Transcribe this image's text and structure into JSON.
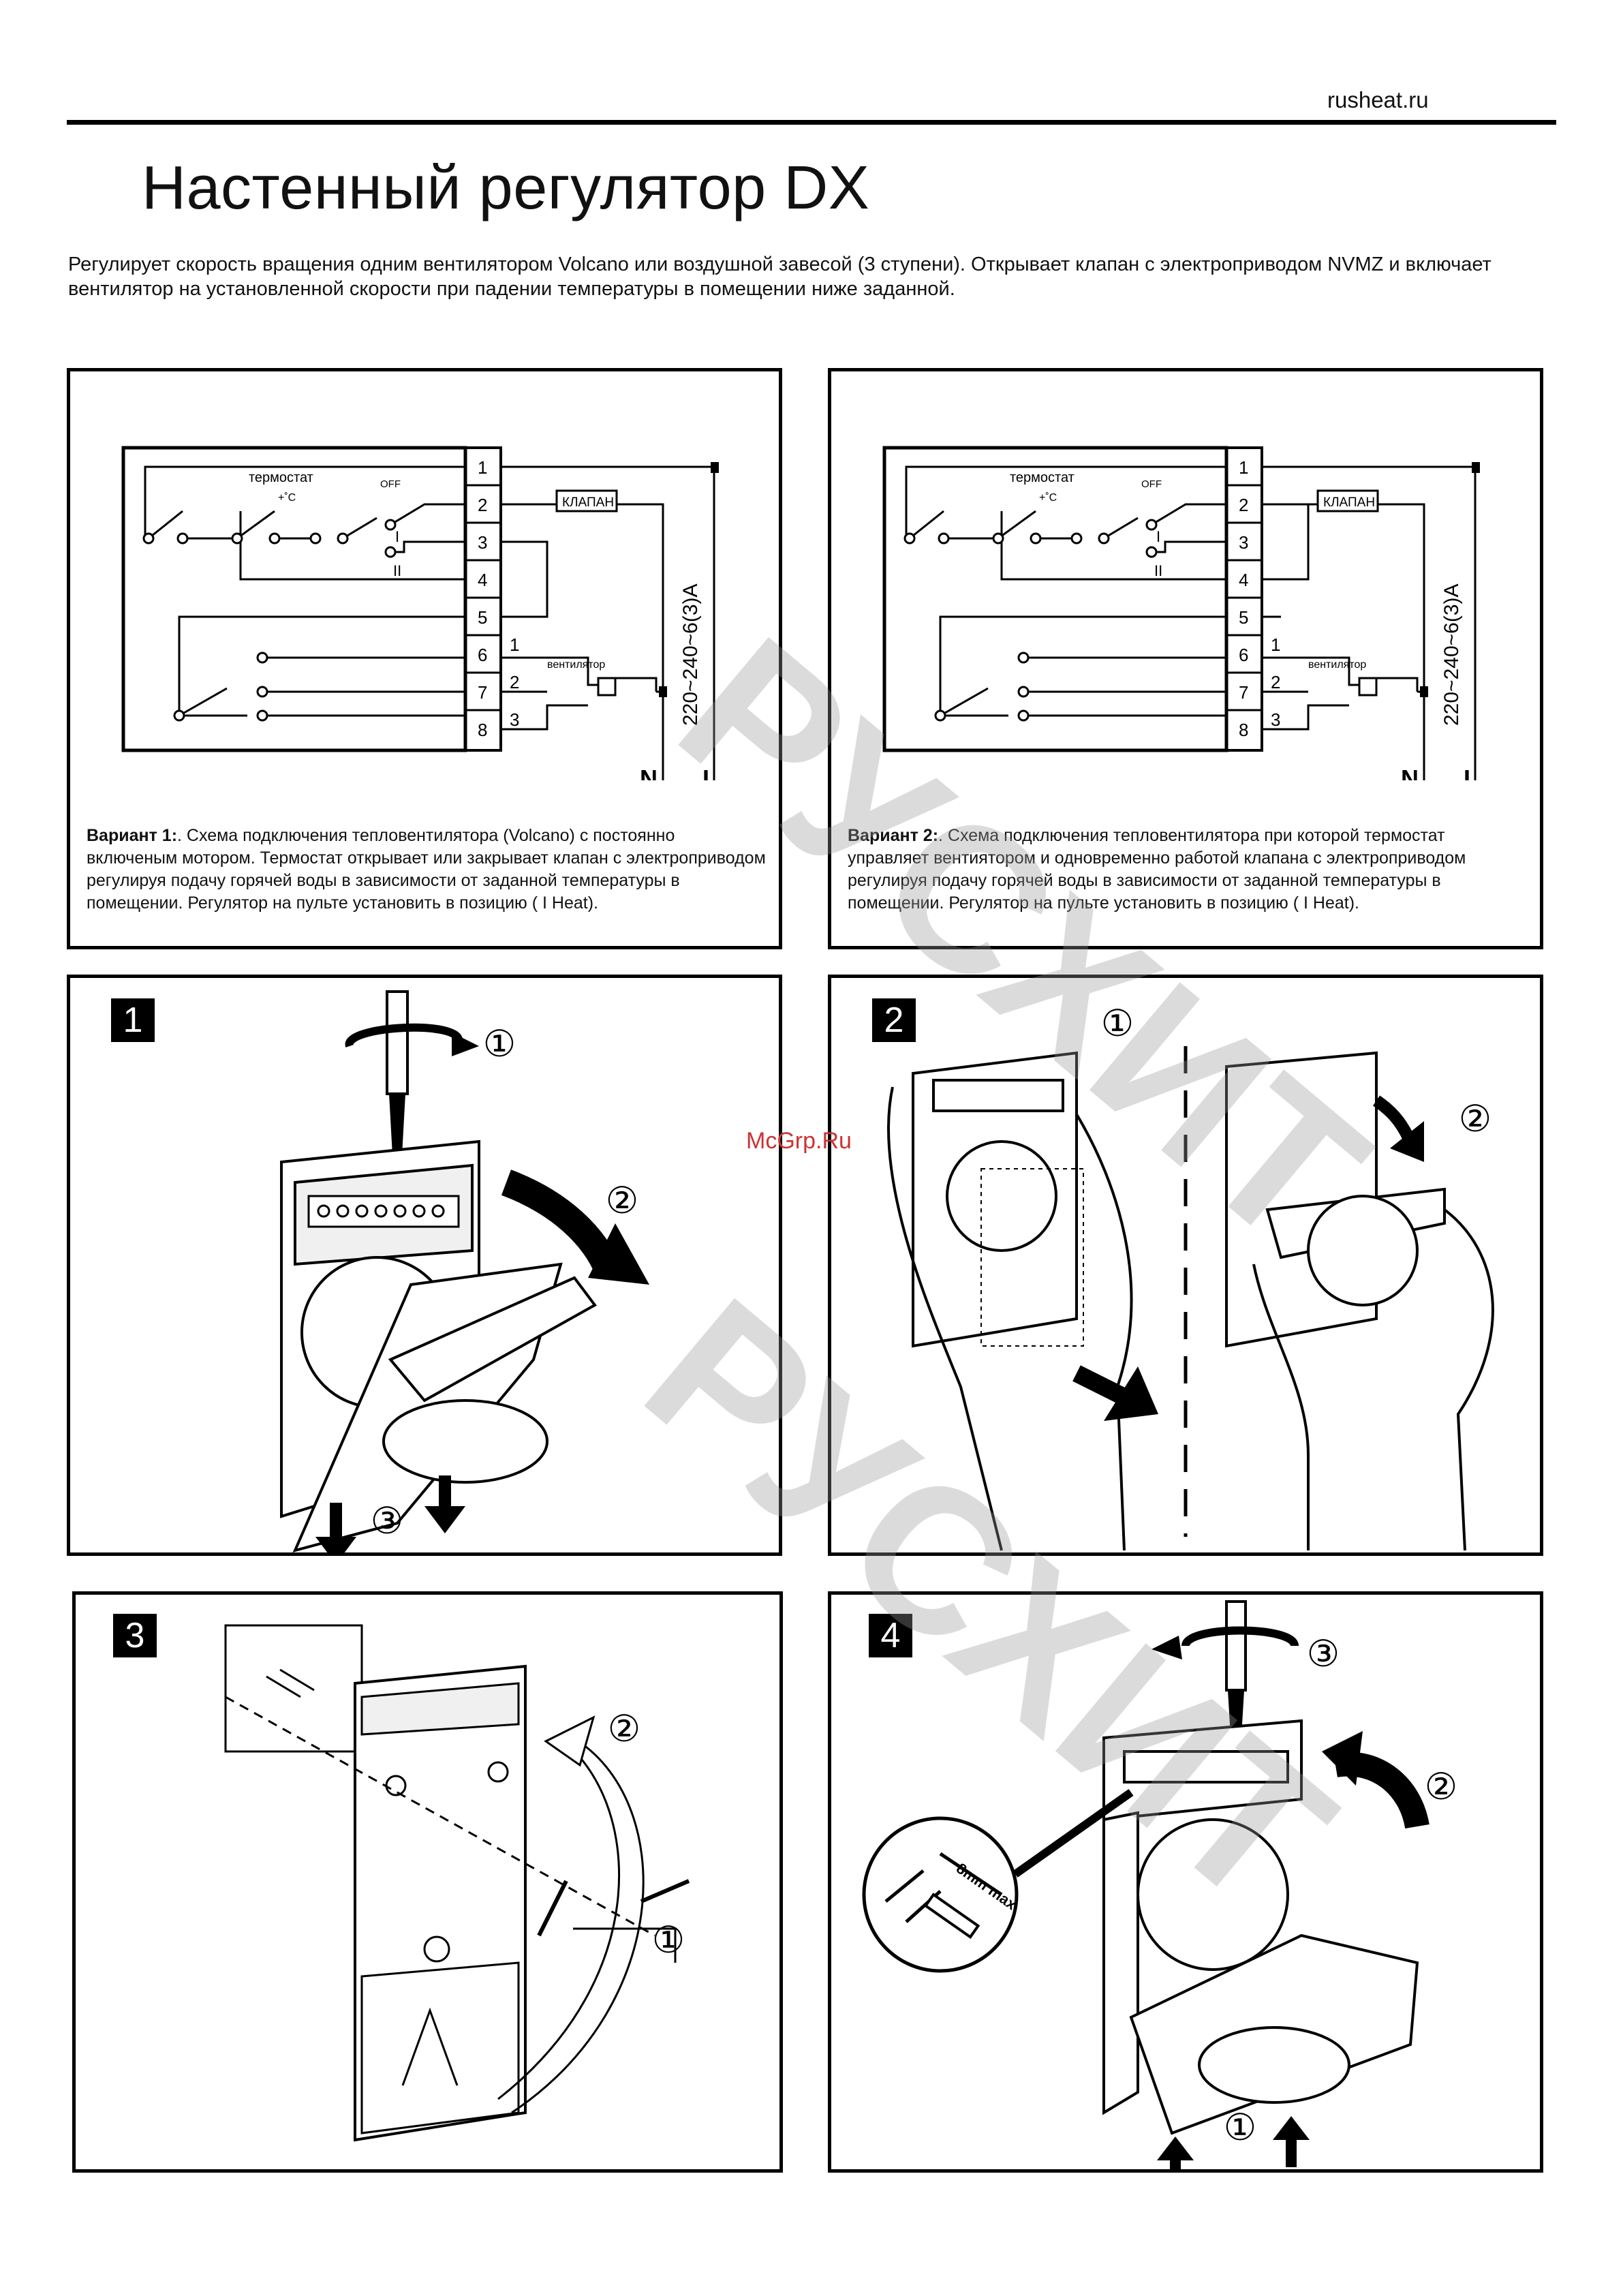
{
  "header": {
    "site": "rusheat.ru"
  },
  "title": "Настенный регулятор DX",
  "intro": "Регулирует скорость вращения одним вентилятором Volcano или воздушной завесой (3 ступени). Открывает клапан с электроприводом NVMZ и включает вентилятор на установленной скорости при падении температуры в помещении ниже заданной.",
  "diagram": {
    "terminals": [
      "1",
      "2",
      "3",
      "4",
      "5",
      "6",
      "7",
      "8"
    ],
    "thermostat_label": "термостат",
    "plus_c": "+˚C",
    "off_label": "OFF",
    "speed_I": "I",
    "speed_II": "II",
    "valve_label": "КЛАПАН",
    "fan_label": "вентилятор",
    "fan_speeds": [
      "1",
      "2",
      "3"
    ],
    "voltage": "220~240~6(3)A",
    "neutral": "N",
    "line": "L"
  },
  "variant1": {
    "label": "Вариант 1:",
    "text": ". Схема подключения тепловентилятора (Volcano) с постоянно включеным мотором. Термостат открывает или закрывает клапан с электроприводом регулируя подачу горячей воды в зависимости от заданной температуры в помещении. Регулятор на пульте установить в позицию ( I Heat)."
  },
  "variant2": {
    "label": "Вариант 2:",
    "text": ". Схема подключения тепловентилятора при которой термостат управляет вентиятором и одновременно работой клапана с электроприводом регулируя подачу горячей воды в зависимости от заданной температуры в помещении. Регулятор на пульте установить в позицию ( I Heat)."
  },
  "steps": [
    {
      "num": "1",
      "markers": [
        "①",
        "②",
        "③"
      ]
    },
    {
      "num": "2",
      "markers": [
        "①",
        "②"
      ]
    },
    {
      "num": "3",
      "markers": [
        "②",
        "①"
      ]
    },
    {
      "num": "4",
      "markers": [
        "③",
        "②",
        "①"
      ],
      "wire_label": "8mm max"
    }
  ],
  "watermarks": {
    "brand": "РУСХИТ",
    "site": "McGrp.Ru"
  }
}
